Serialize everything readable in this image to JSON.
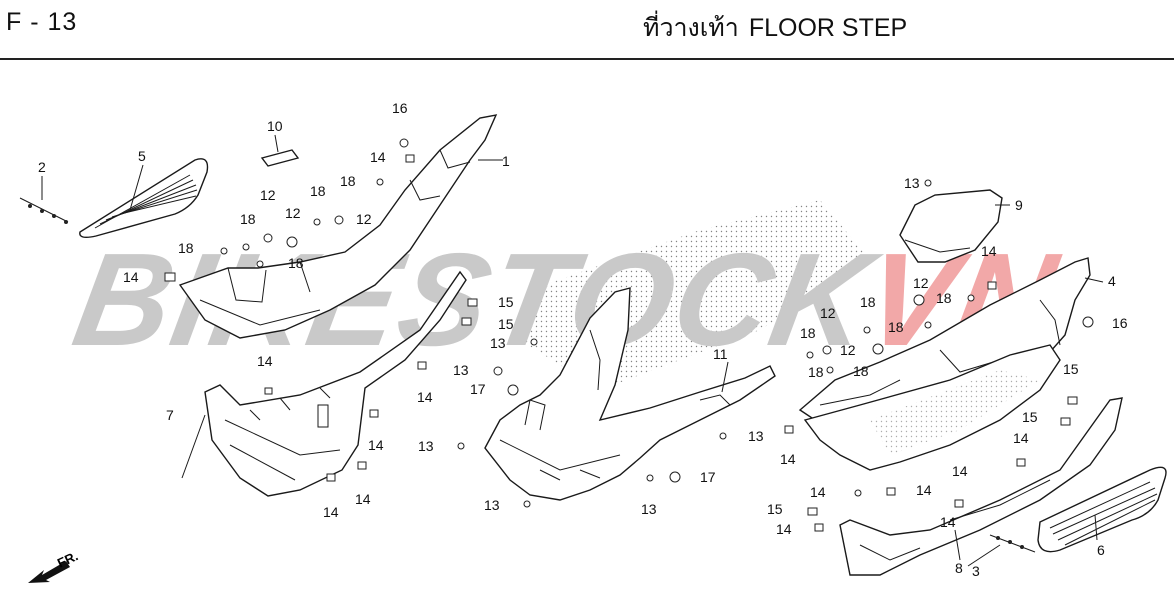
{
  "header": {
    "code": "F - 13",
    "title_th": "ที่วางเท้า",
    "title_en": "FLOOR STEP"
  },
  "watermark": {
    "text_main": "BIKESTOCK",
    "text_accent": "VN",
    "color_main": "#c9c9c9",
    "color_accent": "#f2a8a8"
  },
  "direction": {
    "label": "FR."
  },
  "parts": [
    {
      "id": "p1",
      "label": "1"
    },
    {
      "id": "p2",
      "label": "2"
    },
    {
      "id": "p3",
      "label": "3"
    },
    {
      "id": "p4",
      "label": "4"
    },
    {
      "id": "p5",
      "label": "5"
    },
    {
      "id": "p6",
      "label": "6"
    },
    {
      "id": "p7",
      "label": "7"
    },
    {
      "id": "p8",
      "label": "8"
    },
    {
      "id": "p9",
      "label": "9"
    },
    {
      "id": "p10",
      "label": "10"
    },
    {
      "id": "p11",
      "label": "11"
    }
  ],
  "callouts": [
    {
      "label": "16"
    },
    {
      "label": "14"
    },
    {
      "label": "18"
    },
    {
      "label": "12"
    },
    {
      "label": "18"
    },
    {
      "label": "12"
    },
    {
      "label": "12"
    },
    {
      "label": "18"
    },
    {
      "label": "18"
    },
    {
      "label": "18"
    },
    {
      "label": "14"
    },
    {
      "label": "15"
    },
    {
      "label": "15"
    },
    {
      "label": "13"
    },
    {
      "label": "13"
    },
    {
      "label": "17"
    },
    {
      "label": "14"
    },
    {
      "label": "14"
    },
    {
      "label": "14"
    },
    {
      "label": "14"
    },
    {
      "label": "14"
    },
    {
      "label": "13"
    },
    {
      "label": "13"
    },
    {
      "label": "17"
    },
    {
      "label": "13"
    },
    {
      "label": "13"
    },
    {
      "label": "13"
    },
    {
      "label": "14"
    },
    {
      "label": "18"
    },
    {
      "label": "12"
    },
    {
      "label": "18"
    },
    {
      "label": "16"
    },
    {
      "label": "18"
    },
    {
      "label": "12"
    },
    {
      "label": "18"
    },
    {
      "label": "18"
    },
    {
      "label": "12"
    },
    {
      "label": "18"
    },
    {
      "label": "14"
    },
    {
      "label": "15"
    },
    {
      "label": "15"
    },
    {
      "label": "14"
    },
    {
      "label": "14"
    },
    {
      "label": "14"
    },
    {
      "label": "14"
    },
    {
      "label": "15"
    },
    {
      "label": "14"
    },
    {
      "label": "14"
    }
  ]
}
